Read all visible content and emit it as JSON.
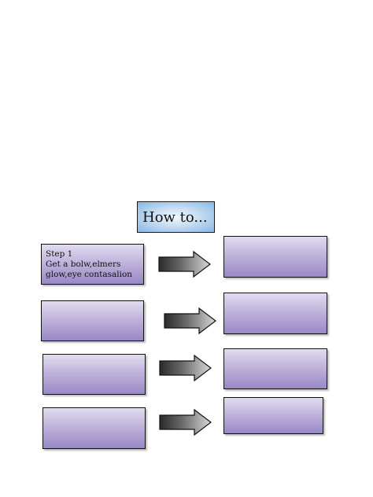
{
  "title": "How to...",
  "steps": [
    {
      "left_lines": [
        "Step 1",
        "Get a bolw,elmers",
        "glow,eye contasalion"
      ],
      "right_text": ""
    },
    {
      "left_lines": [],
      "right_text": ""
    },
    {
      "left_lines": [],
      "right_text": ""
    },
    {
      "left_lines": [],
      "right_text": ""
    }
  ],
  "colors": {
    "title_fill": "#9cc5ee",
    "box_fill_top": "#e2dcef",
    "box_fill_bottom": "#9888c6",
    "arrow_dark": "#2a2a2a",
    "arrow_light": "#d8d8d8"
  }
}
